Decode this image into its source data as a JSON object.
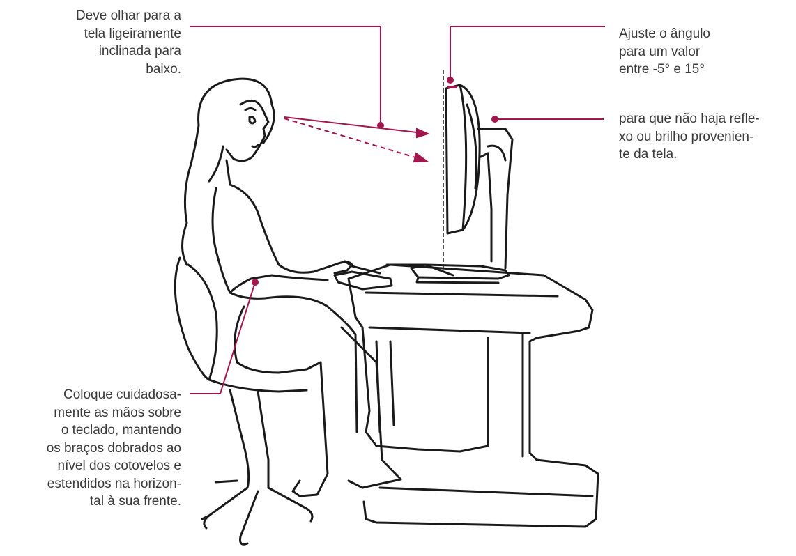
{
  "callouts": {
    "look_down": "Deve olhar para a\ntela ligeiramente \ninclinada para\nbaixo.",
    "angle": "Ajuste o ângulo\npara um valor\nentre -5° e 15°",
    "glare": "para que não haja refle-\nxo ou brilho provenien-\nte da tela.",
    "hands": "Coloque cuidadosa-\nmente as mãos sobre\no teclado, mantendo\nos braços dobrados ao\nnível dos cotovelos e\nestendidos na horizon-\ntal à sua frente."
  },
  "colors": {
    "accent": "#a3164d",
    "line_art": "#1a1a1a",
    "text": "#3a3a3a"
  }
}
